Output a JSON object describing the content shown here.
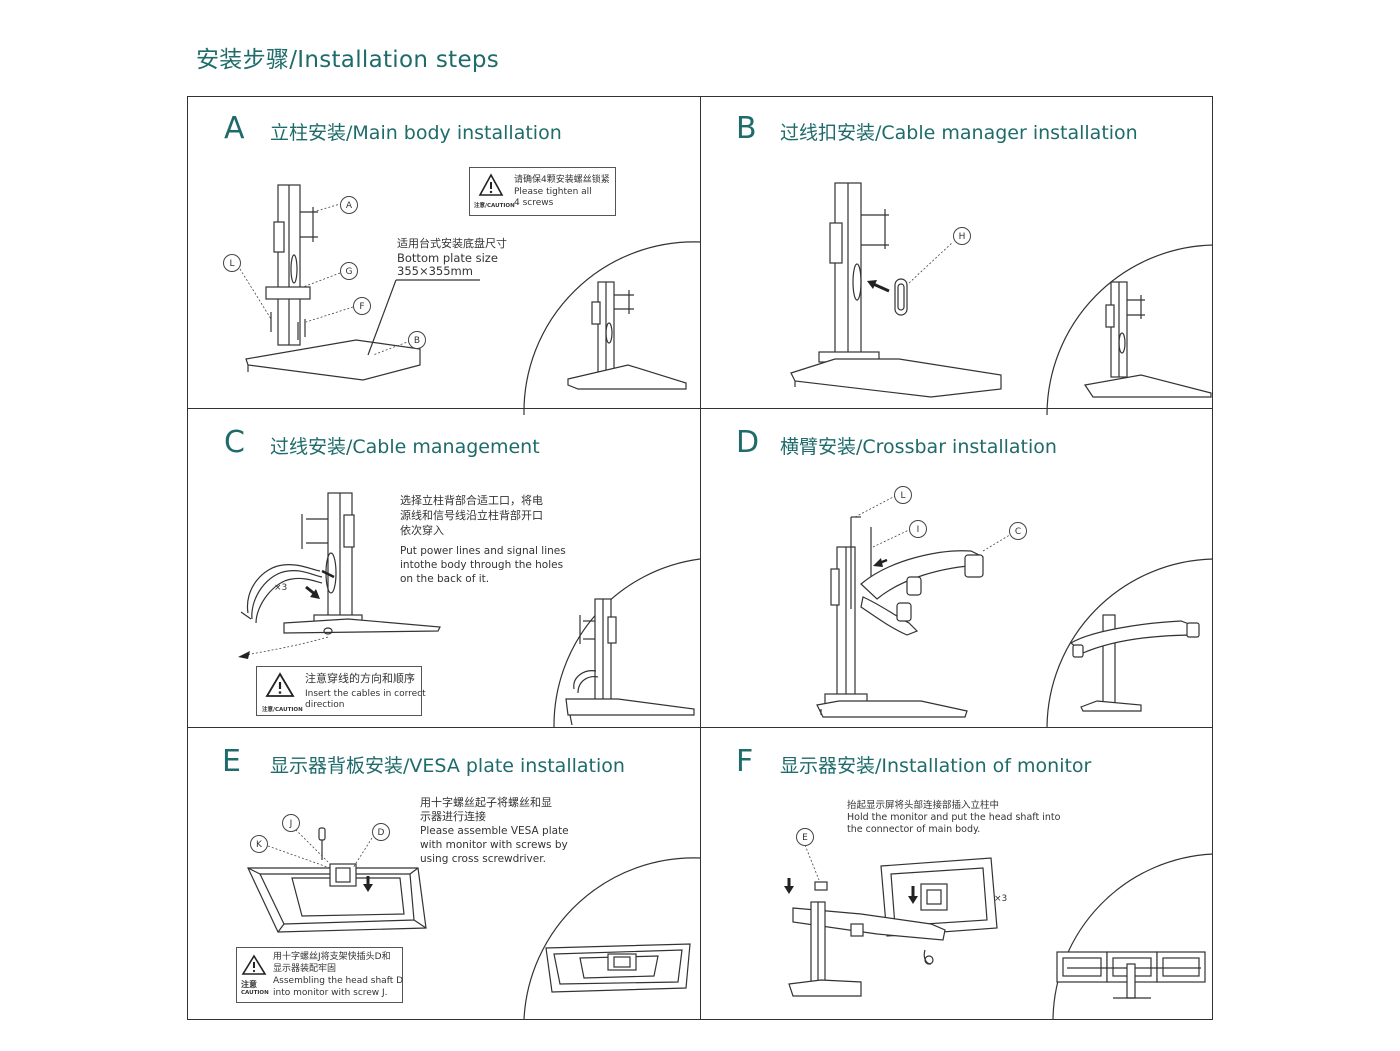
{
  "page_title": "安装步骤/Installation steps",
  "panels": {
    "A": {
      "letter": "A",
      "title": "立柱安装/Main body installation",
      "caution_cn": "请确保4颗安装螺丝锁紧",
      "caution_en1": "Please tighten all",
      "caution_en2": "4 screws",
      "caution_label": "注意/CAUTION",
      "note_cn": "适用台式安装底盘尺寸",
      "note_en1": "Bottom plate size",
      "note_en2": "355×355mm",
      "callouts": [
        "A",
        "L",
        "G",
        "F",
        "B"
      ]
    },
    "B": {
      "letter": "B",
      "title": "过线扣安装/Cable manager installation",
      "callouts": [
        "H"
      ]
    },
    "C": {
      "letter": "C",
      "title": "过线安装/Cable management",
      "note_cn1": "选择立柱背部合适工口，将电",
      "note_cn2": "源线和信号线沿立柱背部开口",
      "note_cn3": "依次穿入",
      "note_en1": "Put power lines and signal lines",
      "note_en2": "intothe body through the holes",
      "note_en3": "on the back of it.",
      "mult": "×3",
      "caution_cn": "注意穿线的方向和顺序",
      "caution_en1": "Insert the cables in correct",
      "caution_en2": "direction",
      "caution_label": "注意/CAUTION"
    },
    "D": {
      "letter": "D",
      "title": "横臂安装/Crossbar installation",
      "callouts": [
        "L",
        "I",
        "C"
      ]
    },
    "E": {
      "letter": "E",
      "title": "显示器背板安装/VESA plate installation",
      "note_cn1": "用十字螺丝起子将螺丝和显",
      "note_cn2": "示器进行连接",
      "note_en1": "Please assemble VESA plate",
      "note_en2": "with monitor with screws by",
      "note_en3": "using cross screwdriver.",
      "caution_cn1": "用十字螺丝J将支架快插头D和",
      "caution_cn2": "显示器装配牢固",
      "caution_en1": "Assembling the head shaft D",
      "caution_en2": "into monitor with screw J.",
      "caution_label_cn": "注意",
      "caution_label": "CAUTION",
      "callouts": [
        "J",
        "K",
        "D"
      ]
    },
    "F": {
      "letter": "F",
      "title": "显示器安装/Installation of monitor",
      "note_cn": "抬起显示屏将头部连接部插入立柱中",
      "note_en1": "Hold the monitor and put the head shaft into",
      "note_en2": "the connector of main body.",
      "mult": "×3",
      "callouts": [
        "E"
      ]
    }
  }
}
